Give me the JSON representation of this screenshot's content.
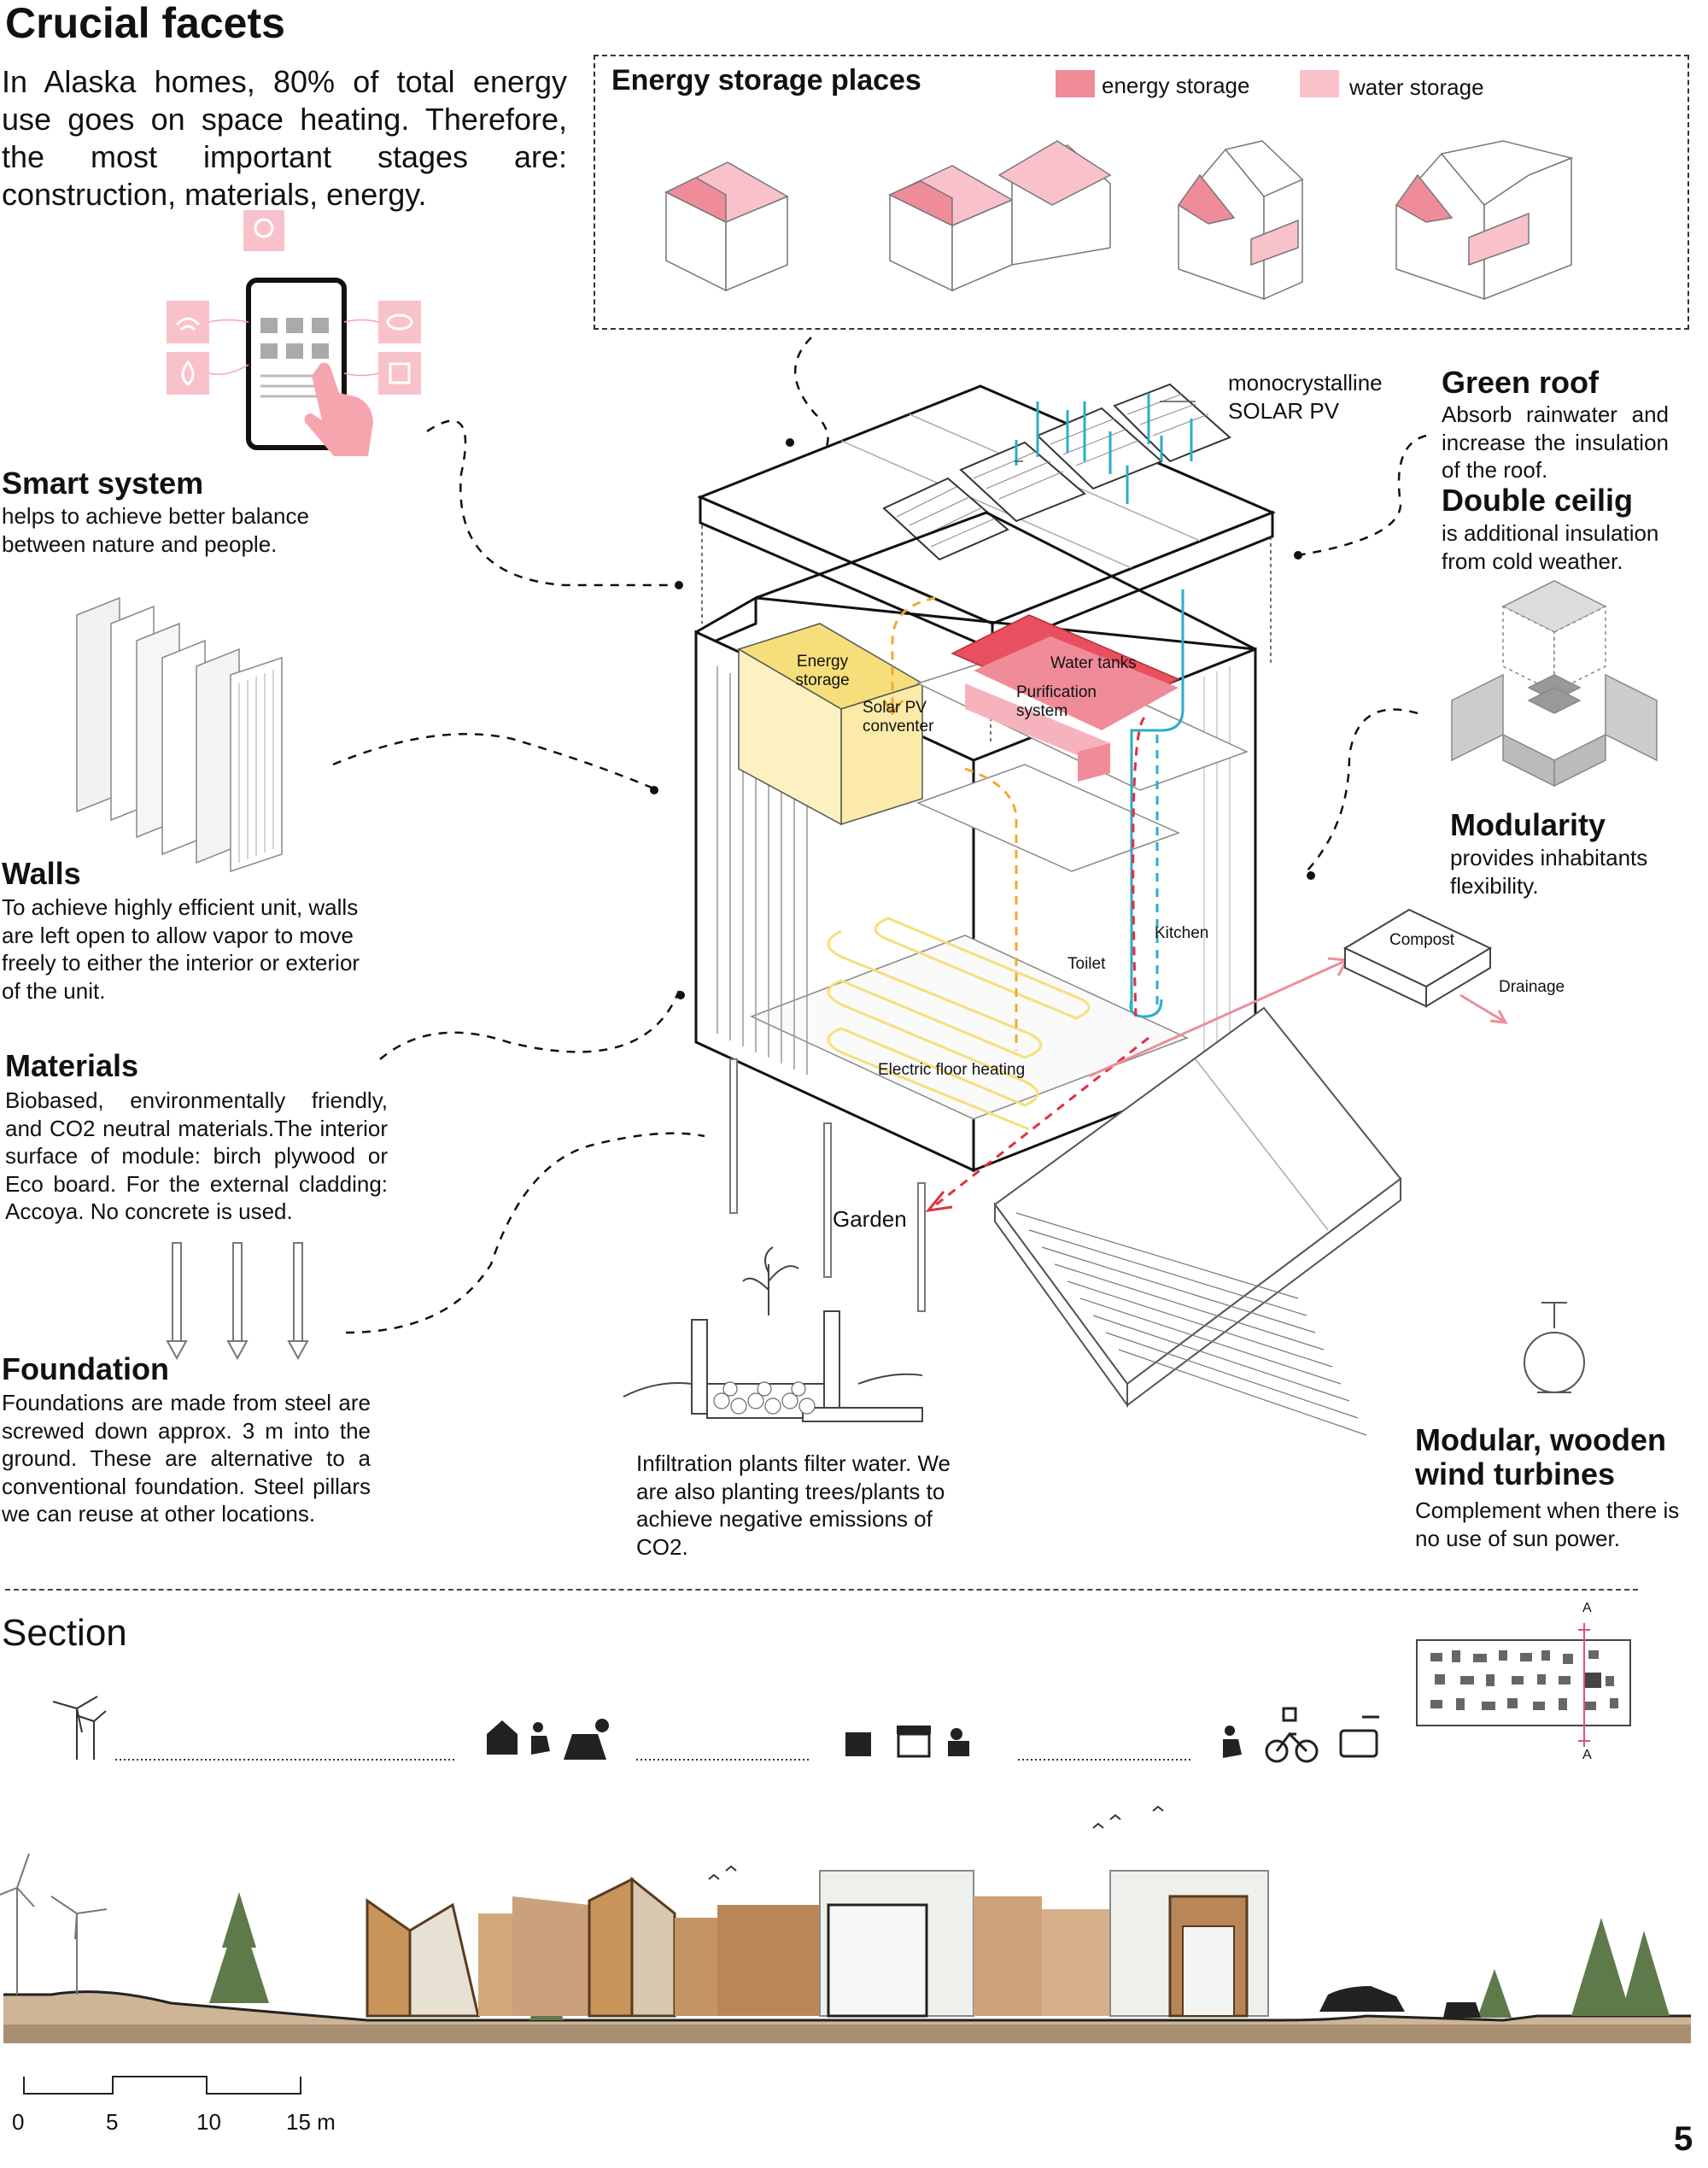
{
  "page": {
    "title": "Crucial facets",
    "intro": "In Alaska homes, 80% of total energy use goes on space heating. Therefore, the most important stages are: construction, materials, energy.",
    "page_number": "5"
  },
  "energy_box": {
    "title": "Energy storage places",
    "legend": [
      {
        "label": "energy storage",
        "color": "#f08c9a"
      },
      {
        "label": "water storage",
        "color": "#f9c2ca"
      }
    ]
  },
  "facets": {
    "smart": {
      "title": "Smart system",
      "text": "helps to achieve better balance between nature and people."
    },
    "walls": {
      "title": "Walls",
      "text": "To achieve highly efficient unit, walls are left open to allow vapor to move freely to either the interior or exterior of the unit."
    },
    "materials": {
      "title": "Materials",
      "text": "Biobased, environmentally friendly, and CO2 neutral materials.The interior surface of module: birch plywood or Eco board. For the external cladding: Accoya. No concrete is used."
    },
    "foundation": {
      "title": "Foundation",
      "text": "Foundations are made from steel are screwed down approx. 3 m into the ground. These are alternative to a conventional foundation. Steel pillars we can reuse at other locations."
    },
    "green_roof": {
      "title": "Green roof",
      "text": "Absorb rainwater and increase the insulation of the roof."
    },
    "double_ceiling": {
      "title": "Double ceilig",
      "text": "is additional insulation from cold weather."
    },
    "modularity": {
      "title": "Modularity",
      "text": "provides inhabitants flexibility."
    },
    "wind": {
      "title": "Modular, wooden wind turbines",
      "text": "Complement when there is no use of sun power."
    },
    "infiltration": {
      "text": "Infiltration plants filter water. We are also planting trees/plants to achieve negative emissions of CO2."
    }
  },
  "diagram_labels": {
    "solar_pv": "monocrystalline SOLAR PV",
    "energy_storage": "Energy storage",
    "solar_converter": "Solar PV conventer",
    "water_tanks": "Water tanks",
    "purification": "Purification system",
    "kitchen": "Kitchen",
    "toilet": "Toilet",
    "floor_heating": "Electric floor heating",
    "compost": "Compost",
    "drainage": "Drainage",
    "garden": "Garden"
  },
  "section": {
    "title": "Section",
    "marker": "A",
    "scale_labels": [
      "0",
      "5",
      "10",
      "15 m"
    ]
  },
  "colors": {
    "energy": "#f08c9a",
    "water": "#f9c2ca",
    "energy_deep": "#e8505f",
    "yellow": "#f6df7a",
    "cyan": "#2aaec8",
    "red_arrow": "#e03040",
    "wood": "#c8945a",
    "ground": "#b49a7a"
  },
  "icons": [
    "smartphone-icon",
    "wifi-icon",
    "eye-icon",
    "drop-icon",
    "lamp-icon",
    "wind-turbine-icon",
    "house-icon",
    "gardener-icon",
    "solar-panel-icon",
    "market-icon",
    "bicycle-icon",
    "car-icon"
  ]
}
